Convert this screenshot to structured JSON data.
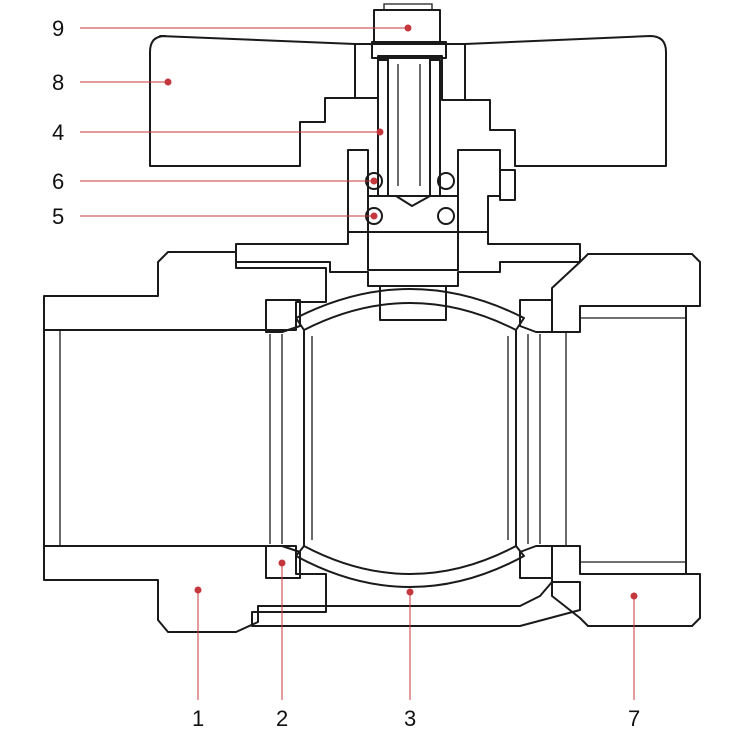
{
  "callouts": {
    "c9": "9",
    "c8": "8",
    "c4": "4",
    "c6": "6",
    "c5": "5",
    "c1": "1",
    "c2": "2",
    "c3": "3",
    "c7": "7"
  },
  "colors": {
    "leader": "#c4383d",
    "outline": "#1a1a1a"
  }
}
